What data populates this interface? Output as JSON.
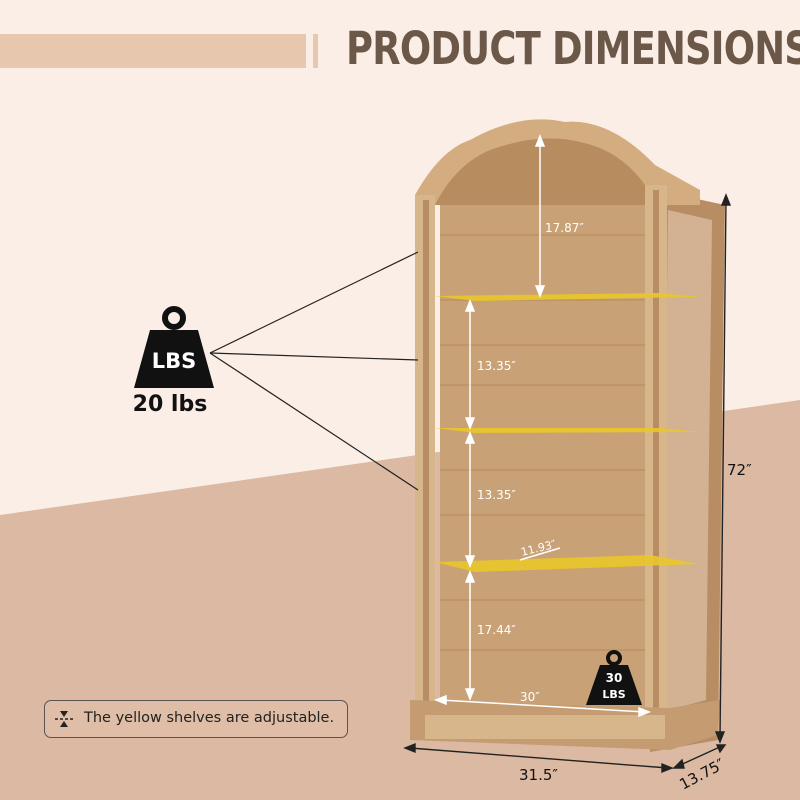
{
  "header": {
    "title": "PRODUCT DIMENSIONS"
  },
  "weight_badge": {
    "icon_text": "LBS",
    "value": "20 lbs"
  },
  "shelf_weight_badge": {
    "line1": "30",
    "line2": "LBS"
  },
  "dimensions": {
    "top_clearance": "17.87″",
    "shelf_gap_1": "13.35″",
    "shelf_gap_2": "13.35″",
    "bottom_clearance": "17.44″",
    "shelf_depth": "11.93″",
    "inner_width": "30″",
    "height": "72″",
    "width": "31.5″",
    "depth": "13.75″"
  },
  "note": {
    "text": "The yellow shelves are adjustable.",
    "icon": "adjust-arrows-icon"
  },
  "colors": {
    "shelf": "#e9c62a",
    "wood": "#c9a176",
    "title": "#6b5848",
    "floor": "#dcb9a2"
  }
}
